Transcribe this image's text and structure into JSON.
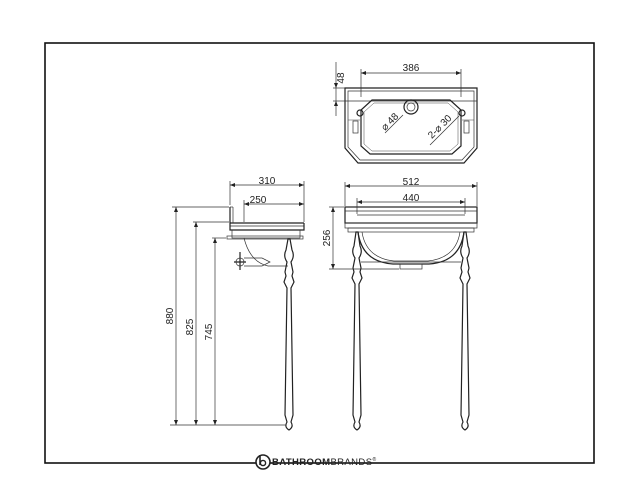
{
  "dimensions": {
    "plan_tap_ledge": "48",
    "plan_inner_width": "386",
    "plan_waste_dia": "⌀ 48",
    "plan_tap_holes": "2-⌀ 30",
    "side_overall_depth": "310",
    "side_bowl_depth": "250",
    "front_overall_width": "512",
    "front_inner_width": "440",
    "front_basin_height": "256",
    "height_overall": "880",
    "height_rim": "825",
    "height_stand_top": "745"
  },
  "brand": {
    "name_bold": "BATHROOM",
    "name_light": "BRANDS",
    "trademark": "®"
  }
}
